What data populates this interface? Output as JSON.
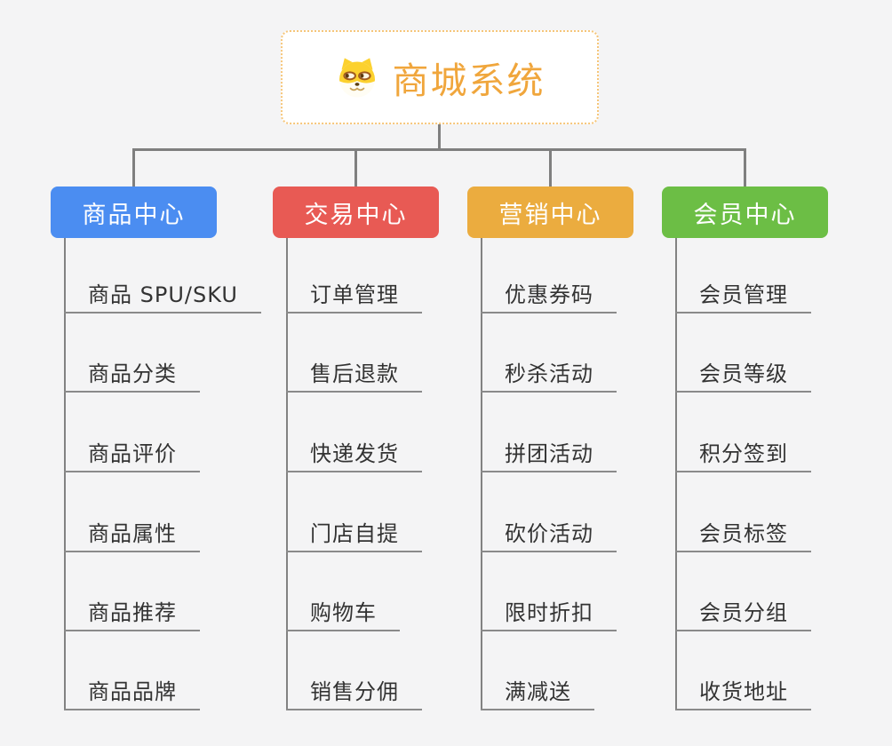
{
  "root": {
    "title": "商城系统",
    "icon": "dog-face-icon",
    "title_color": "#f0a63c",
    "border_color": "#f6c67a"
  },
  "style": {
    "background": "#f4f4f5",
    "connector_color": "#7f7f7f",
    "leaf_line_color": "#8a8a8a",
    "leaf_text_color": "#333333"
  },
  "branches": [
    {
      "label": "商品中心",
      "color": "#4b8df1",
      "children": [
        "商品 SPU/SKU",
        "商品分类",
        "商品评价",
        "商品属性",
        "商品推荐",
        "商品品牌"
      ]
    },
    {
      "label": "交易中心",
      "color": "#e85a54",
      "children": [
        "订单管理",
        "售后退款",
        "快递发货",
        "门店自提",
        "购物车",
        "销售分佣"
      ]
    },
    {
      "label": "营销中心",
      "color": "#ebac3f",
      "children": [
        "优惠券码",
        "秒杀活动",
        "拼团活动",
        "砍价活动",
        "限时折扣",
        "满减送"
      ]
    },
    {
      "label": "会员中心",
      "color": "#6cbe45",
      "children": [
        "会员管理",
        "会员等级",
        "积分签到",
        "会员标签",
        "会员分组",
        "收货地址"
      ]
    }
  ]
}
